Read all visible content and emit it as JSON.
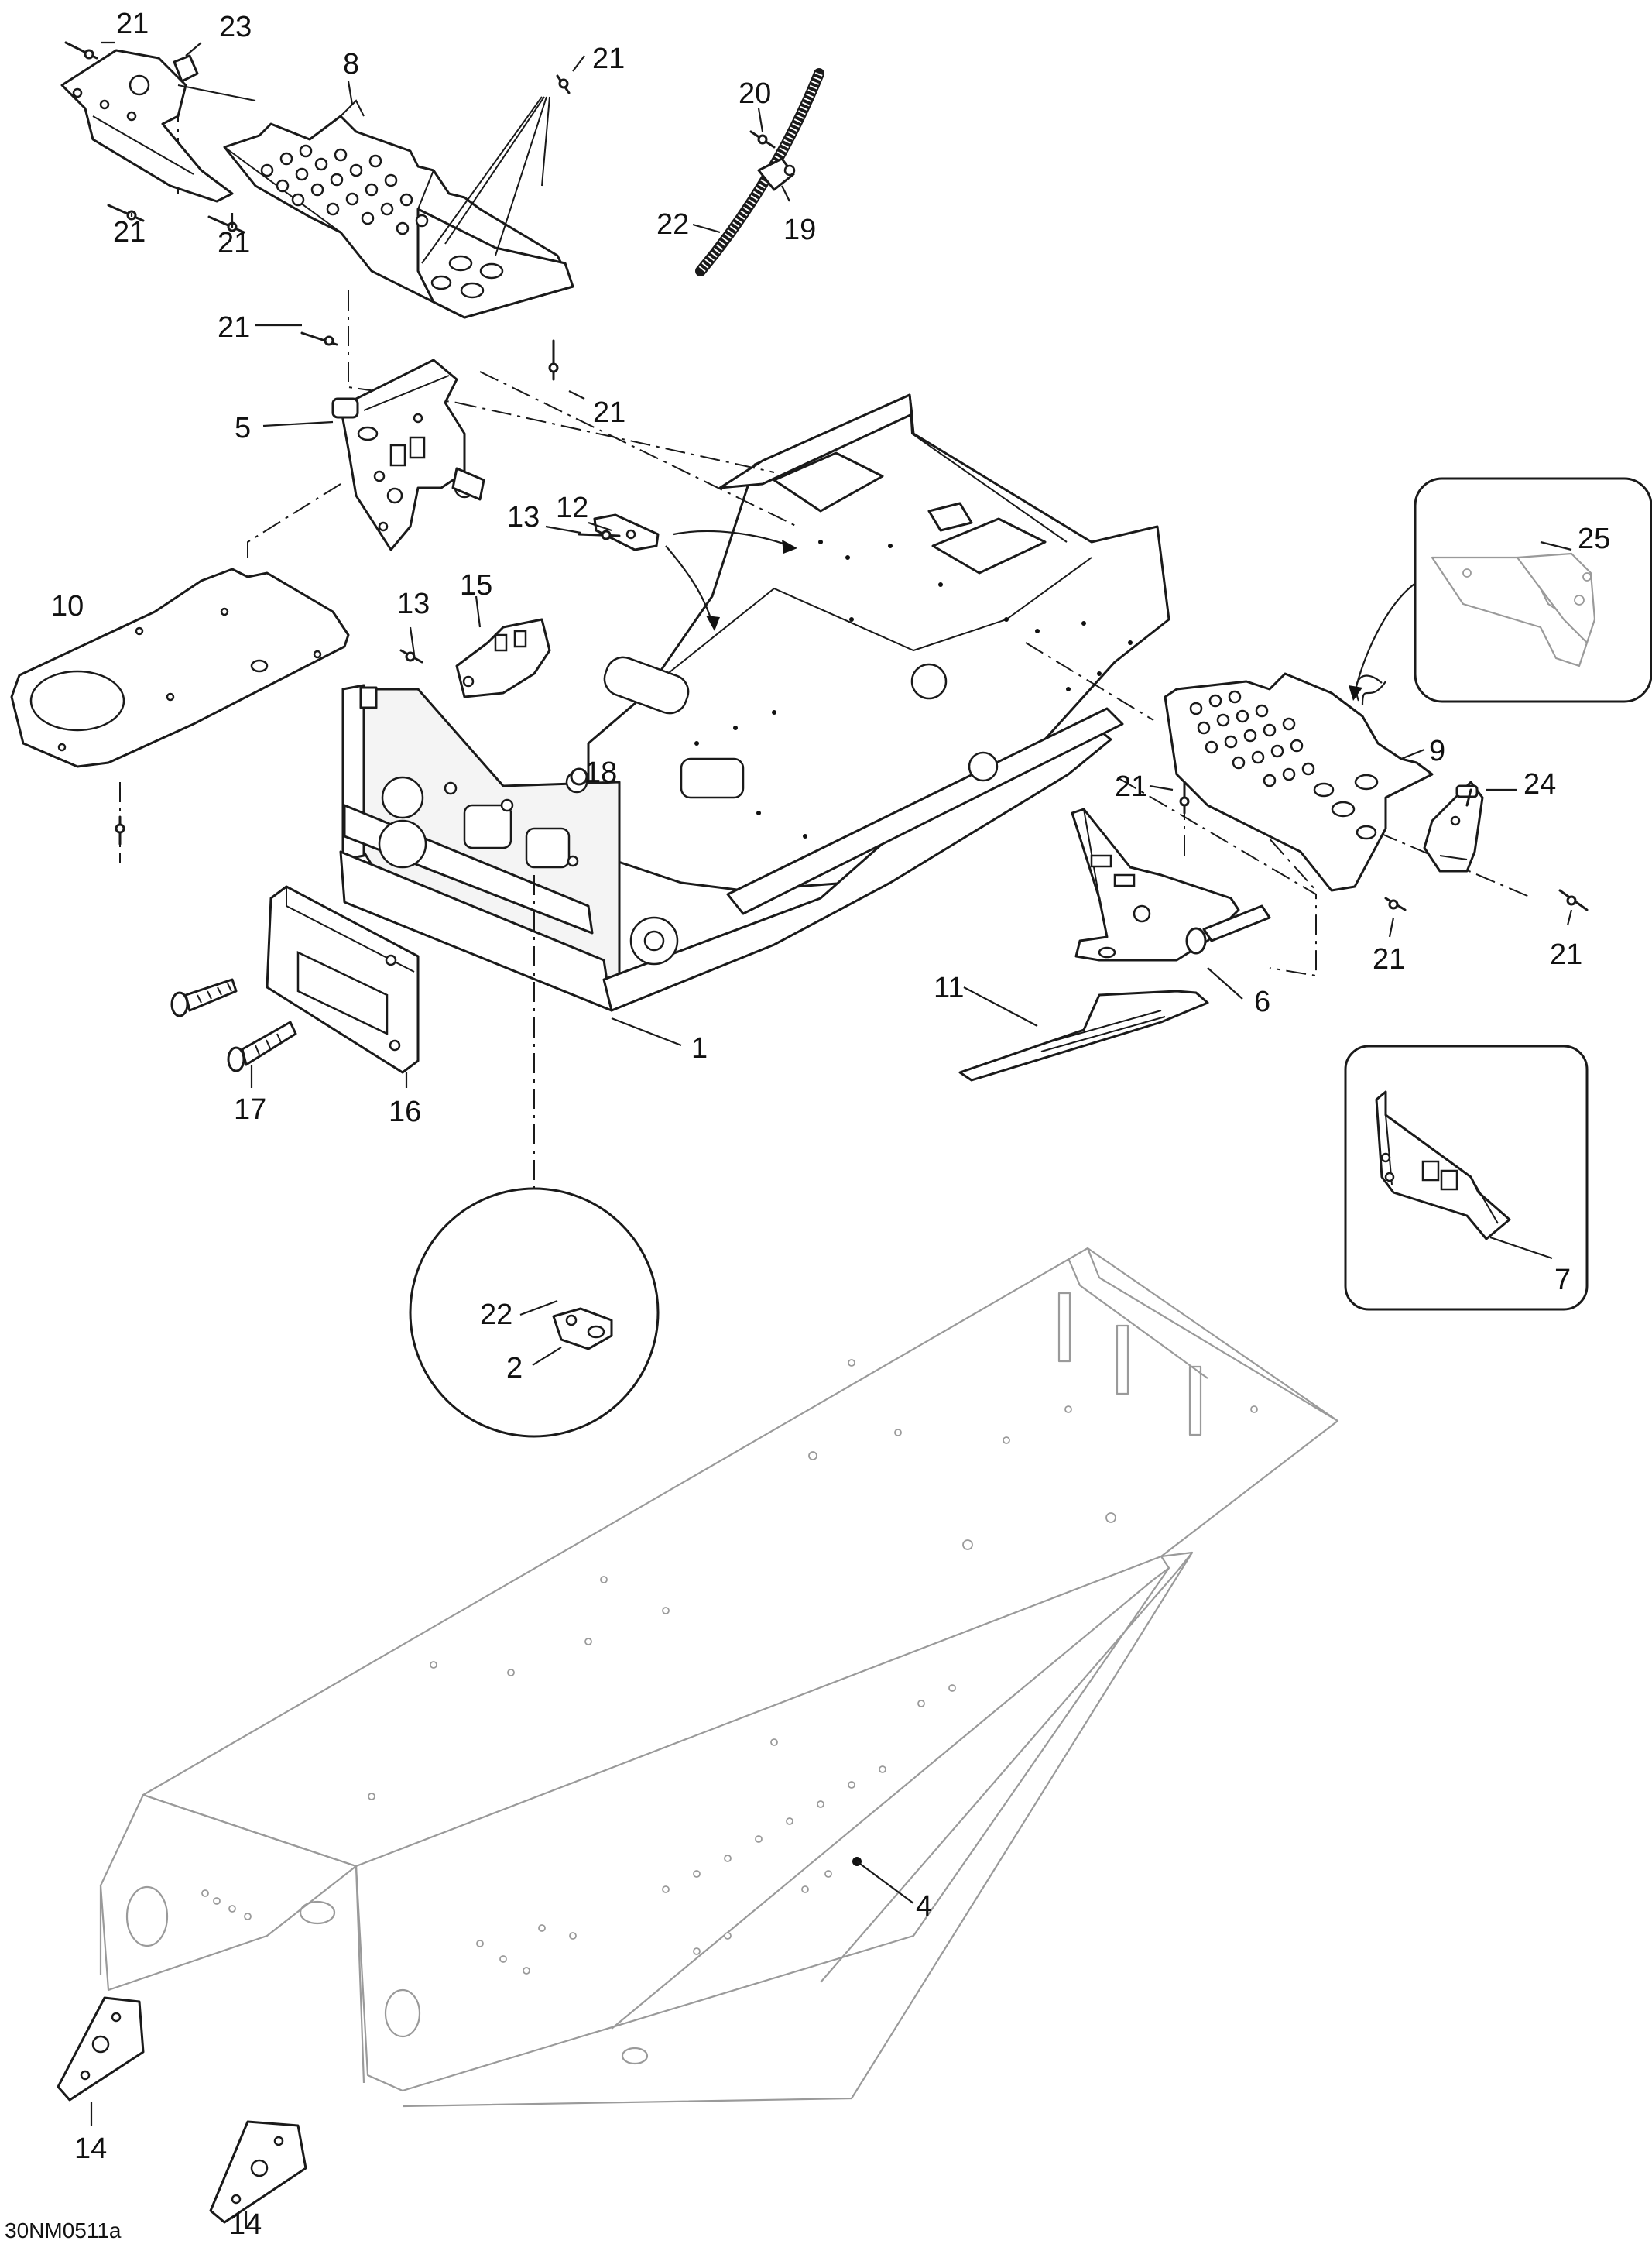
{
  "diagram_code": "30NM0511a",
  "callouts": [
    {
      "id": "c-21-a",
      "label": "21"
    },
    {
      "id": "c-23",
      "label": "23"
    },
    {
      "id": "c-8",
      "label": "8"
    },
    {
      "id": "c-21-b",
      "label": "21"
    },
    {
      "id": "c-20",
      "label": "20"
    },
    {
      "id": "c-22-a",
      "label": "22"
    },
    {
      "id": "c-19",
      "label": "19"
    },
    {
      "id": "c-21-c",
      "label": "21"
    },
    {
      "id": "c-21-d",
      "label": "21"
    },
    {
      "id": "c-21-e",
      "label": "21"
    },
    {
      "id": "c-21-f",
      "label": "21"
    },
    {
      "id": "c-5",
      "label": "5"
    },
    {
      "id": "c-13-a",
      "label": "13"
    },
    {
      "id": "c-12",
      "label": "12"
    },
    {
      "id": "c-10",
      "label": "10"
    },
    {
      "id": "c-13-b",
      "label": "13"
    },
    {
      "id": "c-15",
      "label": "15"
    },
    {
      "id": "c-18",
      "label": "18"
    },
    {
      "id": "c-25",
      "label": "25"
    },
    {
      "id": "c-9",
      "label": "9"
    },
    {
      "id": "c-21-g",
      "label": "21"
    },
    {
      "id": "c-24",
      "label": "24"
    },
    {
      "id": "c-21-h",
      "label": "21"
    },
    {
      "id": "c-21-i",
      "label": "21"
    },
    {
      "id": "c-11",
      "label": "11"
    },
    {
      "id": "c-6",
      "label": "6"
    },
    {
      "id": "c-1",
      "label": "1"
    },
    {
      "id": "c-17",
      "label": "17"
    },
    {
      "id": "c-16",
      "label": "16"
    },
    {
      "id": "c-7",
      "label": "7"
    },
    {
      "id": "c-22-b",
      "label": "22"
    },
    {
      "id": "c-2",
      "label": "2"
    },
    {
      "id": "c-4",
      "label": "4"
    },
    {
      "id": "c-14-a",
      "label": "14"
    },
    {
      "id": "c-14-b",
      "label": "14"
    }
  ]
}
